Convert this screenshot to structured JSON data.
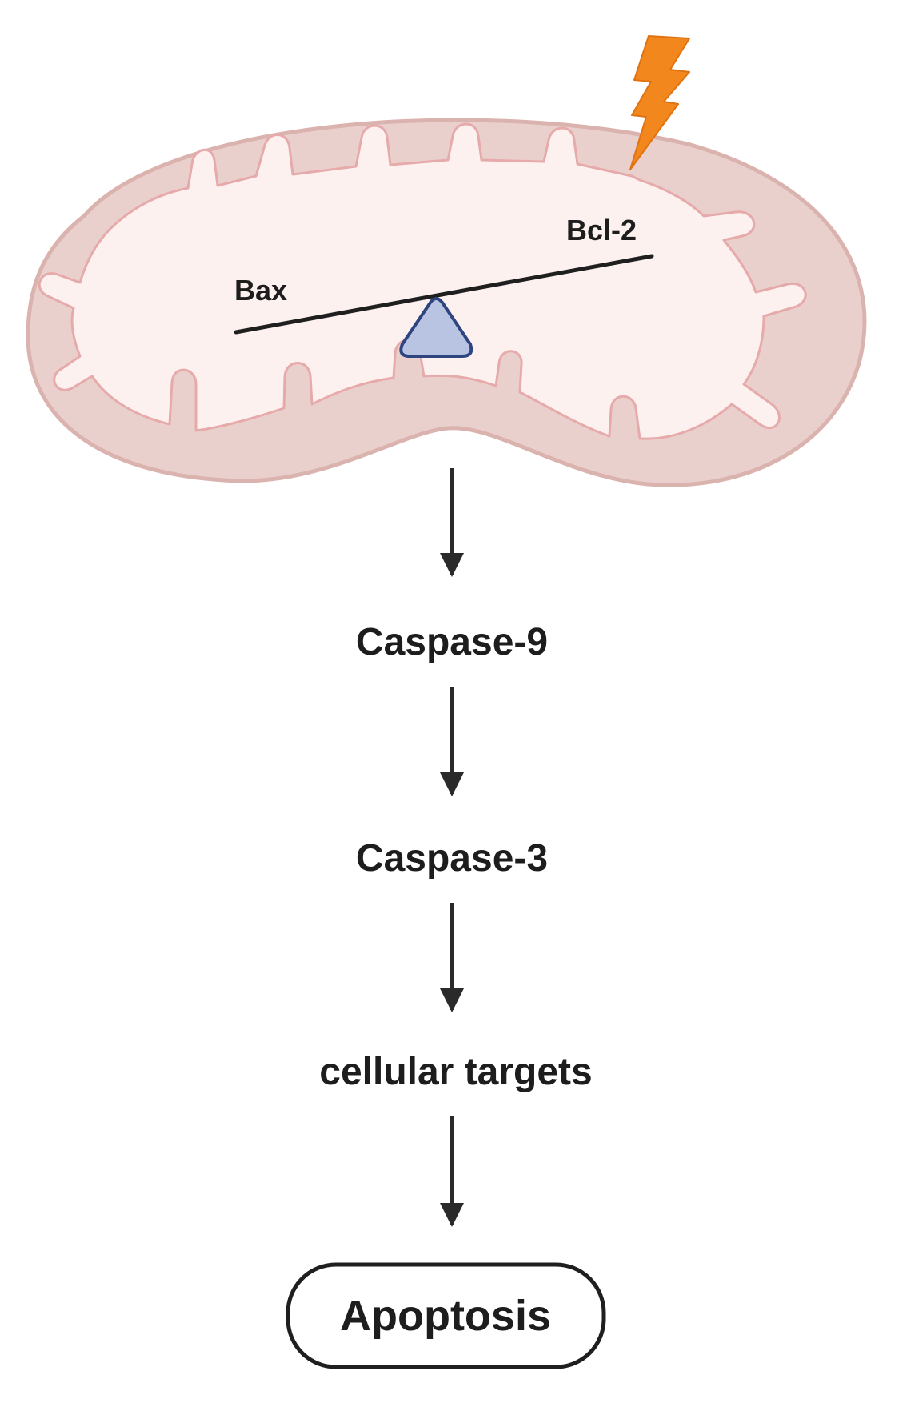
{
  "mitochondrion": {
    "left_label": "Bax",
    "right_label": "Bcl-2",
    "icons": [
      "lightning-bolt-icon",
      "fulcrum-triangle-icon"
    ]
  },
  "pathway": {
    "steps": [
      "Caspase-9",
      "Caspase-3",
      "cellular targets"
    ],
    "outcome": "Apoptosis"
  },
  "colors": {
    "outer_membrane_fill": "#ead0cd",
    "outer_membrane_stroke": "#dbb3ae",
    "matrix_fill": "#fdf1f0",
    "cristae_stroke": "#e6aaaa",
    "fulcrum_fill": "#b9c4e3",
    "fulcrum_stroke": "#2e4580",
    "lightning": "#f2871e",
    "arrow": "#2a2a2a",
    "text": "#1d1d1d"
  }
}
